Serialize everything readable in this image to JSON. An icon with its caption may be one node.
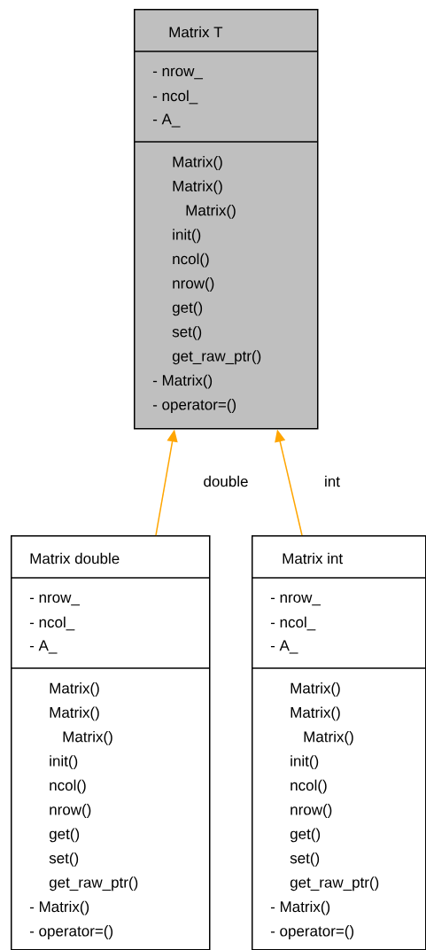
{
  "diagram": {
    "nodes": [
      {
        "text": [
          "Matrix T",
          "- nrow_",
          "- ncol_",
          "- A_",
          "Matrix()",
          "Matrix()",
          "Matrix()",
          "init()",
          "ncol()",
          "nrow()",
          "get()",
          "set()",
          "get_raw_ptr()",
          "- Matrix()",
          "- operator=()"
        ]
      },
      {
        "text": [
          "Matrix double",
          "- nrow_",
          "- ncol_",
          "- A_",
          "Matrix()",
          "Matrix()",
          "Matrix()",
          "init()",
          "ncol()",
          "nrow()",
          "get()",
          "set()",
          "get_raw_ptr()",
          "- Matrix()",
          "- operator=()"
        ]
      },
      {
        "text": [
          "Matrix int",
          "- nrow_",
          "- ncol_",
          "- A_",
          "Matrix()",
          "Matrix()",
          "Matrix()",
          "init()",
          "ncol()",
          "nrow()",
          "get()",
          "set()",
          "get_raw_ptr()",
          "- Matrix()",
          "- operator=()"
        ]
      }
    ],
    "edges": [
      {
        "from": 1,
        "to": 0,
        "arrow": "to",
        "label": "double",
        "color": "#ffa500"
      },
      {
        "from": 2,
        "to": 0,
        "arrow": "to",
        "label": "int",
        "color": "#ffa500"
      }
    ]
  }
}
